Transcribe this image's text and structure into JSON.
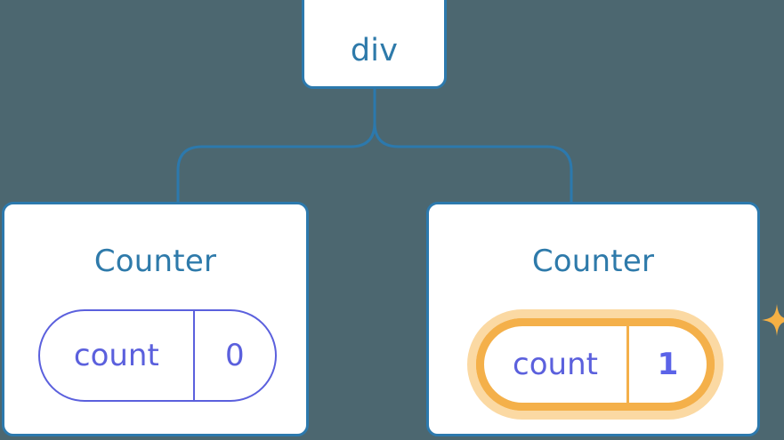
{
  "diagram": {
    "type": "component-tree",
    "background_color": "#4C6770",
    "node_border_color": "#2C79AD",
    "node_fill_color": "#FFFFFF",
    "title_color": "#2E7AAA",
    "state_color": "#5B60DD",
    "highlight_color": "#F4B04A",
    "highlight_glow_color": "#FBD9A3"
  },
  "root": {
    "label": "div"
  },
  "children": [
    {
      "title": "Counter",
      "state": {
        "key": "count",
        "value": "0"
      },
      "highlighted": false
    },
    {
      "title": "Counter",
      "state": {
        "key": "count",
        "value": "1"
      },
      "highlighted": true,
      "sparkle_icons": [
        "sparkle-large-icon",
        "sparkle-small-icon"
      ]
    }
  ]
}
